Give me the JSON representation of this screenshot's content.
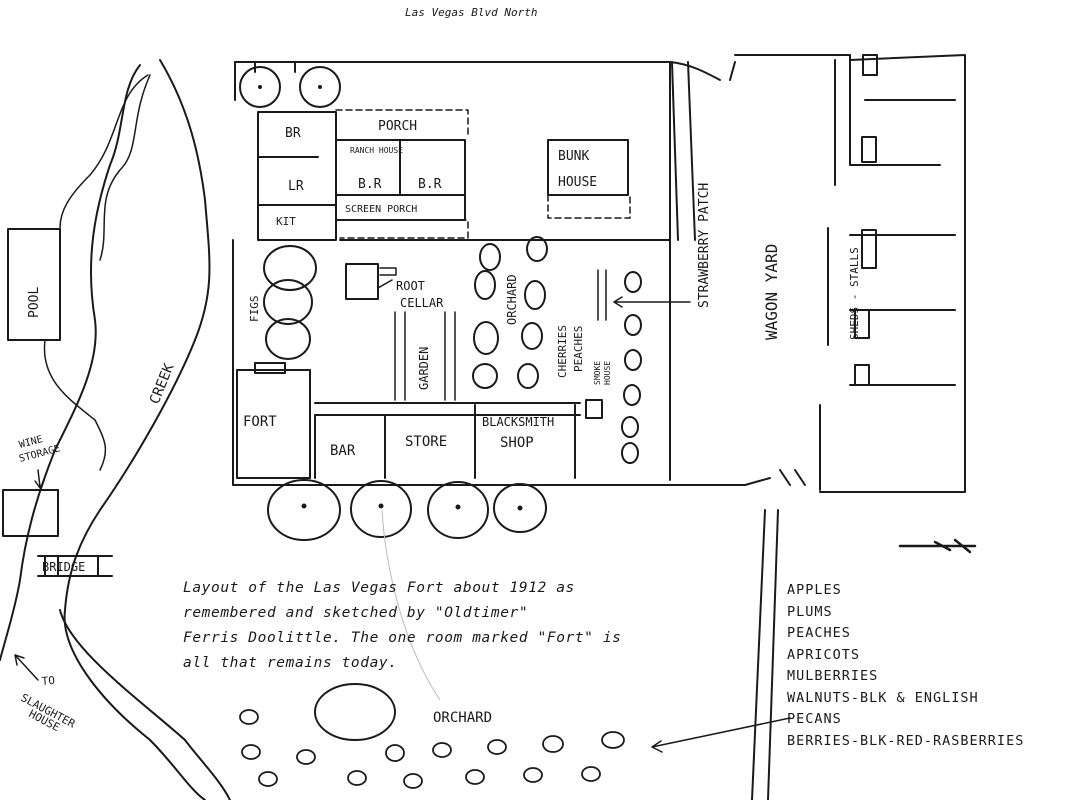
{
  "street": "Las Vegas Blvd North",
  "ranch_house": {
    "porch": "PORCH",
    "ranch_house_label": "RANCH HOUSE",
    "br_left": "BR",
    "lr": "LR",
    "kit": "KIT",
    "br_mid": "B.R",
    "br_right": "B.R",
    "screen_porch": "SCREEN PORCH"
  },
  "bunk_house": [
    "BUNK",
    "HOUSE"
  ],
  "strawberry_patch": "STRAWBERRY PATCH",
  "wagon_yard": "WAGON YARD",
  "sheds_stalls": "SHEDS - STALLS",
  "root_cellar": [
    "ROOT",
    "CELLAR"
  ],
  "figs": "FIGS",
  "garden": "GARDEN",
  "orchard_inner": "ORCHARD",
  "cherries_peaches": [
    "CHERRIES",
    "PEACHES"
  ],
  "smoke_house": [
    "SMOKE",
    "HOUSE"
  ],
  "buildings": {
    "fort": "FORT",
    "bar": "BAR",
    "store": "STORE",
    "blacksmith": [
      "BLACKSMITH",
      "SHOP"
    ]
  },
  "pool": "POOL",
  "wine_storage": [
    "WINE",
    "STORAGE"
  ],
  "creek": "CREEK",
  "bridge": "BRIDGE",
  "slaughter_house": [
    "TO",
    "SLAUGHTER",
    "HOUSE"
  ],
  "orchard_outer": "ORCHARD",
  "caption": [
    "Layout of the Las Vegas Fort about 1912 as",
    "remembered and sketched by \"Oldtimer\"",
    "Ferris Doolittle. The one room marked \"Fort\" is",
    "all that remains today."
  ],
  "fruit_list": [
    "APPLES",
    "PLUMS",
    "PEACHES",
    "APRICOTS",
    "MULBERRIES",
    "WALNUTS-BLK & ENGLISH",
    "PECANS",
    "BERRIES-BLK-RED-RASBERRIES"
  ]
}
